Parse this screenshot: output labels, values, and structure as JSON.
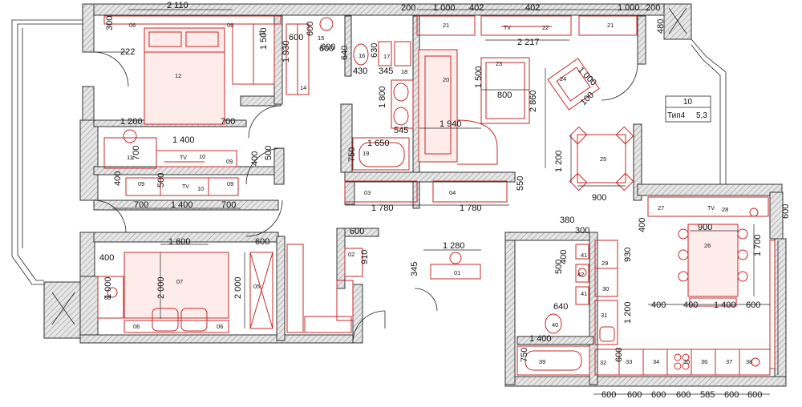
{
  "dims": [
    {
      "t": "2 110"
    },
    {
      "t": "200"
    },
    {
      "t": "1 000"
    },
    {
      "t": "402"
    },
    {
      "t": "402"
    },
    {
      "t": "1 000"
    },
    {
      "t": "200"
    },
    {
      "t": "300"
    },
    {
      "t": "222"
    },
    {
      "t": "1 500"
    },
    {
      "t": "600"
    },
    {
      "t": "600"
    },
    {
      "t": "1 930"
    },
    {
      "t": "600"
    },
    {
      "t": "600"
    },
    {
      "t": "640"
    },
    {
      "t": "630"
    },
    {
      "t": "430"
    },
    {
      "t": "345"
    },
    {
      "t": "2 217"
    },
    {
      "t": "480"
    },
    {
      "t": "1 000"
    },
    {
      "t": "100"
    },
    {
      "t": "1 500"
    },
    {
      "t": "800"
    },
    {
      "t": "2 860"
    },
    {
      "t": "1 800"
    },
    {
      "t": "545"
    },
    {
      "t": "1 940"
    },
    {
      "t": "1 200"
    },
    {
      "t": "700"
    },
    {
      "t": "1 400"
    },
    {
      "t": "700"
    },
    {
      "t": "1 650"
    },
    {
      "t": "750"
    },
    {
      "t": "400"
    },
    {
      "t": "500"
    },
    {
      "t": "1 200"
    },
    {
      "t": "900"
    },
    {
      "t": "550"
    },
    {
      "t": "400"
    },
    {
      "t": "500"
    },
    {
      "t": "700"
    },
    {
      "t": "1 400"
    },
    {
      "t": "700"
    },
    {
      "t": "1 780"
    },
    {
      "t": "1 780"
    },
    {
      "t": "600"
    },
    {
      "t": "380"
    },
    {
      "t": "300"
    },
    {
      "t": "900"
    },
    {
      "t": "400"
    },
    {
      "t": "1 700"
    },
    {
      "t": "1 600"
    },
    {
      "t": "600"
    },
    {
      "t": "600"
    },
    {
      "t": "1 280"
    },
    {
      "t": "400"
    },
    {
      "t": "910"
    },
    {
      "t": "345"
    },
    {
      "t": "500"
    },
    {
      "t": "400"
    },
    {
      "t": "930"
    },
    {
      "t": "1 000"
    },
    {
      "t": "2 000"
    },
    {
      "t": "2 000"
    },
    {
      "t": "640"
    },
    {
      "t": "1 200"
    },
    {
      "t": "400"
    },
    {
      "t": "400"
    },
    {
      "t": "1 400"
    },
    {
      "t": "600"
    },
    {
      "t": "1 400"
    },
    {
      "t": "750"
    },
    {
      "t": "600"
    },
    {
      "t": "600"
    },
    {
      "t": "600"
    },
    {
      "t": "600"
    },
    {
      "t": "600"
    },
    {
      "t": "585"
    },
    {
      "t": "600"
    },
    {
      "t": "600"
    }
  ],
  "labels": [
    {
      "t": "06"
    },
    {
      "t": "06"
    },
    {
      "t": "13"
    },
    {
      "t": "15"
    },
    {
      "t": "16"
    },
    {
      "t": "17"
    },
    {
      "t": "18"
    },
    {
      "t": "14"
    },
    {
      "t": "12"
    },
    {
      "t": "21"
    },
    {
      "t": "22"
    },
    {
      "t": "21"
    },
    {
      "t": "20"
    },
    {
      "t": "23"
    },
    {
      "t": "24"
    },
    {
      "t": "11"
    },
    {
      "t": "10"
    },
    {
      "t": "09"
    },
    {
      "t": "09"
    },
    {
      "t": "10"
    },
    {
      "t": "09"
    },
    {
      "t": "19"
    },
    {
      "t": "25"
    },
    {
      "t": "03"
    },
    {
      "t": "04"
    },
    {
      "t": "27"
    },
    {
      "t": "28"
    },
    {
      "t": "26"
    },
    {
      "t": "02"
    },
    {
      "t": "01"
    },
    {
      "t": "29"
    },
    {
      "t": "41"
    },
    {
      "t": "42"
    },
    {
      "t": "30"
    },
    {
      "t": "41"
    },
    {
      "t": "40"
    },
    {
      "t": "31"
    },
    {
      "t": "08"
    },
    {
      "t": "07"
    },
    {
      "t": "05"
    },
    {
      "t": "06"
    },
    {
      "t": "06"
    },
    {
      "t": "39"
    },
    {
      "t": "32"
    },
    {
      "t": "33"
    },
    {
      "t": "34"
    },
    {
      "t": "35"
    },
    {
      "t": "36"
    },
    {
      "t": "37"
    },
    {
      "t": "38"
    }
  ],
  "tv": [
    {
      "t": "TV"
    },
    {
      "t": "TV"
    },
    {
      "t": "TV"
    },
    {
      "t": "TV"
    }
  ],
  "info": {
    "room": "10",
    "type": "Тип4",
    "area": "5,3"
  }
}
